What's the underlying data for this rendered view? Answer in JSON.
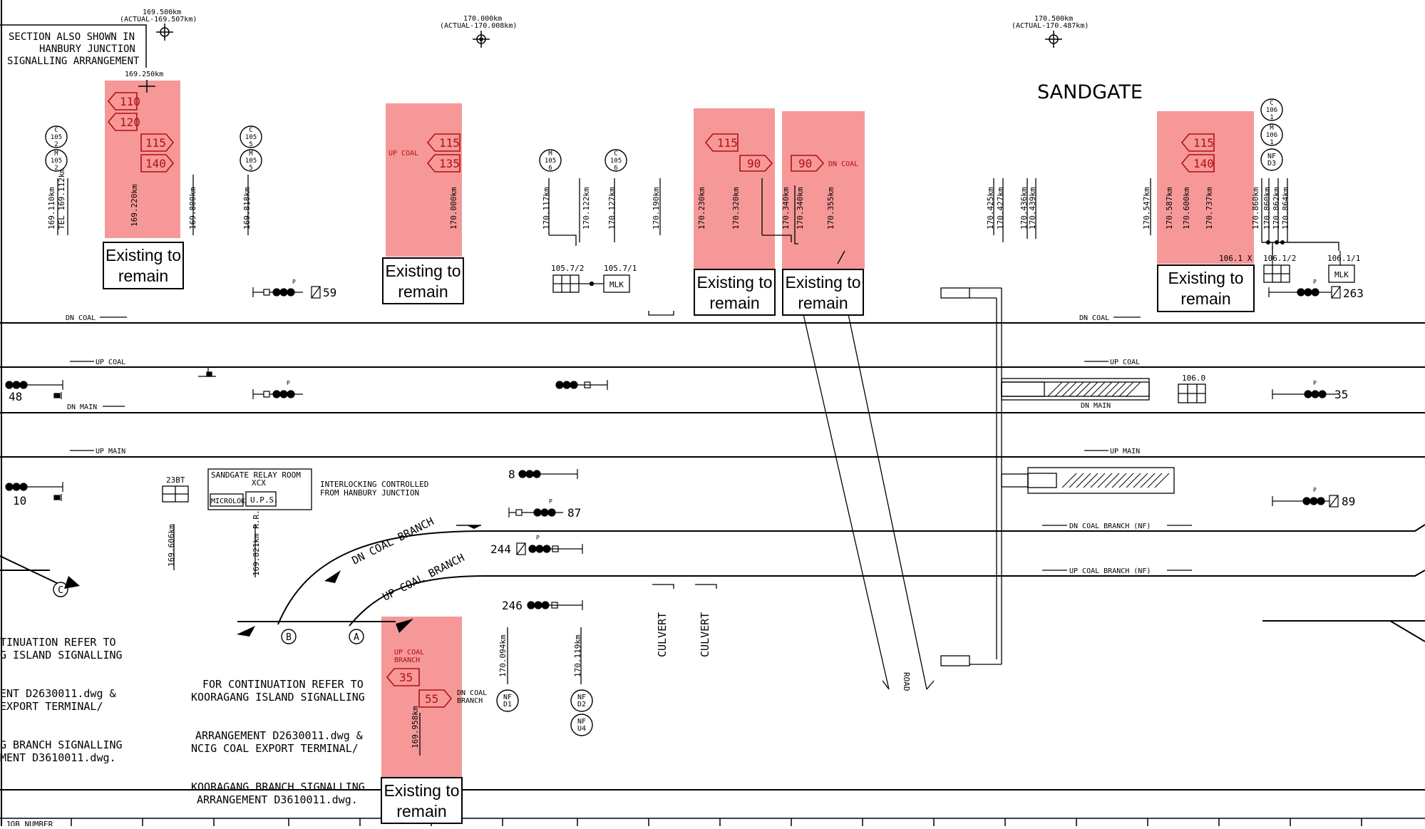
{
  "header_notes": {
    "section_note": [
      "SECTION ALSO SHOWN IN",
      "HANBURY JUNCTION",
      "SIGNALLING ARRANGEMENT"
    ],
    "marks": [
      {
        "km": "169.500km",
        "actual": "(ACTUAL-169.507km)"
      },
      {
        "km": "170.000km",
        "actual": "(ACTUAL-170.008km)"
      },
      {
        "km": "170.500km",
        "actual": "(ACTUAL-170.487km)"
      }
    ],
    "km_169_250": "169.250km",
    "station_name": "SANDGATE"
  },
  "highlight_boxes": {
    "label": "Existing to remain",
    "lines": [
      "Existing to",
      "remain"
    ]
  },
  "speed_boards": {
    "b110": "110",
    "b120": "120",
    "b115a": "115",
    "b140a": "140",
    "b115b": "115",
    "b135": "135",
    "up_coal": "UP COAL",
    "b115c": "115",
    "b90a": "90",
    "b90b": "90",
    "dn_coal": "DN COAL",
    "b115d": "115",
    "b140b": "140",
    "b35": "35",
    "b55": "55",
    "up_coal_branch": [
      "UP COAL",
      "BRANCH"
    ],
    "dn_coal_branch": [
      "DN COAL",
      "BRANCH"
    ]
  },
  "km_posts": [
    "169.110km",
    "TEL 169.112km",
    "169.220km",
    "169.800km",
    "169.818km",
    "170.000km",
    "170.117km",
    "170.122km",
    "170.127km",
    "170.190km",
    "170.230km",
    "170.320km",
    "170.340km",
    "170.340km",
    "170.355km",
    "170.425km",
    "170.427km",
    "170.436km",
    "170.439km",
    "170.547km",
    "170.587km",
    "170.600km",
    "170.737km",
    "170.860km",
    "170.860km",
    "170.862km",
    "170.864km",
    "169.606km",
    "169.821km R.R.",
    "169.958km",
    "170.094km",
    "170.119km"
  ],
  "line_labels": {
    "dn_coal": "DN COAL",
    "up_coal": "UP COAL",
    "dn_main": "DN MAIN",
    "up_main": "UP MAIN",
    "dn_coal_branch": "DN COAL BRANCH",
    "up_coal_branch": "UP COAL BRANCH",
    "dn_coal_branch_nf": "DN COAL BRANCH (NF)",
    "up_coal_branch_nf": "UP COAL BRANCH (NF)"
  },
  "signal_numbers": {
    "s59": "59",
    "s263": "263",
    "s48": "48",
    "s35": "35",
    "s10": "10",
    "s89": "89",
    "s8": "8",
    "s87": "87",
    "s244": "244",
    "s246": "246",
    "p": "P"
  },
  "circles": {
    "c105_2": [
      "C",
      "105",
      "2"
    ],
    "m105_2": [
      "M",
      "105",
      "2"
    ],
    "c105_5": [
      "C",
      "105",
      "5"
    ],
    "m105_5": [
      "M",
      "105",
      "5"
    ],
    "m105_6": [
      "M",
      "105",
      "6"
    ],
    "c105_6": [
      "C",
      "105",
      "6"
    ],
    "c106_1": [
      "C",
      "106",
      "1"
    ],
    "m106_1": [
      "M",
      "106",
      "1"
    ],
    "nf_d3": [
      "NF",
      "D3"
    ],
    "nf_d1": [
      "NF",
      "D1"
    ],
    "nf_d2": [
      "NF",
      "D2"
    ],
    "nf_u4": [
      "NF",
      "U4"
    ],
    "a": "A",
    "b": "B",
    "c": "C"
  },
  "equipment": {
    "loc_105_7_2": "105.7/2",
    "loc_105_7_1": "105.7/1",
    "mlk": "MLK",
    "loc_106_1_2": "106.1/2",
    "loc_106_1_1": "106.1/1",
    "x_106_1": "106.1 X",
    "loc_106_0": "106.0",
    "loc_23bt": "23BT",
    "relay_room": [
      "SANDGATE RELAY ROOM",
      "XCX"
    ],
    "microlok": "MICROLOK",
    "ups": "U.P.S.",
    "interlocking_note": [
      "INTERLOCKING CONTROLLED",
      "FROM HANBURY JUNCTION"
    ]
  },
  "continuation_left": [
    "TINUATION REFER TO",
    "G ISLAND SIGNALLING",
    "ENT D2630011.dwg &",
    "EXPORT TERMINAL/",
    "G BRANCH SIGNALLING",
    "MENT D3610011.dwg."
  ],
  "continuation_main": [
    "FOR CONTINUATION REFER TO",
    "KOORAGANG ISLAND SIGNALLING",
    "ARRANGEMENT D2630011.dwg &",
    "NCIG COAL EXPORT TERMINAL/",
    "KOORAGANG BRANCH SIGNALLING",
    "ARRANGEMENT D3610011.dwg."
  ],
  "structures": {
    "culvert": "CULVERT",
    "road": "ROAD"
  },
  "footer": {
    "job_number": "JOB NUMBER"
  }
}
